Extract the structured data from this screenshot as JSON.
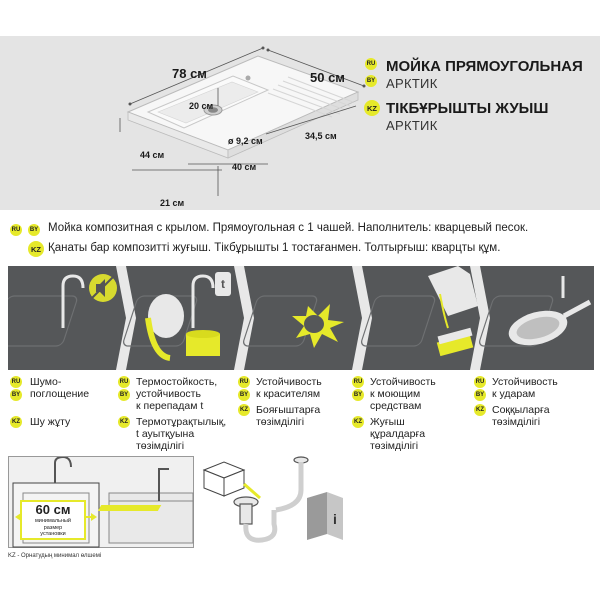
{
  "product": {
    "ru_badge": "RU",
    "by_badge": "BY",
    "kz_badge": "KZ",
    "title_ru": "МОЙКА ПРЯМОУГОЛЬНАЯ",
    "subtitle_ru": "АРКТИК",
    "title_kz": "ТІКБҰРЫШТЫ ЖУЫШ",
    "subtitle_kz": "АРКТИК"
  },
  "dimensions": {
    "length": "78 см",
    "width": "50 см",
    "depth": "20 см",
    "drain": "ø 9,2 см",
    "height_left": "44 см",
    "bowl_width": "40 см",
    "wing": "34,5 см",
    "bottom_offset": "21 см"
  },
  "description": {
    "ru": "Мойка композитная с крылом. Прямоугольная с 1 чашей.  Наполнитель: кварцевый песок.",
    "kz": "Қанаты бар композитті жуғыш. Тікбұрышты 1 тостағанмен. Толтырғыш: кварцты құм."
  },
  "features": [
    {
      "ru": [
        "Шумо-",
        "поглощение"
      ],
      "kz": [
        "Шу жұту"
      ]
    },
    {
      "ru": [
        "Термостойкость,",
        "устойчивость",
        "к перепадам t"
      ],
      "kz": [
        "Термотұрақтылық,",
        "t ауытқуына",
        "төзімділігі"
      ]
    },
    {
      "ru": [
        "Устойчивость",
        "к красителям"
      ],
      "kz": [
        "Бояғыштарға",
        "төзімділігі"
      ]
    },
    {
      "ru": [
        "Устойчивость",
        "к моющим",
        "средствам"
      ],
      "kz": [
        "Жуғыш",
        "құралдарға",
        "төзімділігі"
      ]
    },
    {
      "ru": [
        "Устойчивость",
        "к ударам"
      ],
      "kz": [
        "Соққыларға",
        "төзімділігі"
      ]
    }
  ],
  "install": {
    "size": "60 см",
    "min_label": [
      "минимальный",
      "размер",
      "установки"
    ],
    "kz_caption": "KZ - Орнатудың минимал өлшемі"
  },
  "colors": {
    "accent": "#e6e92a",
    "strip": "#555759",
    "banner": "#e4e4e4"
  }
}
